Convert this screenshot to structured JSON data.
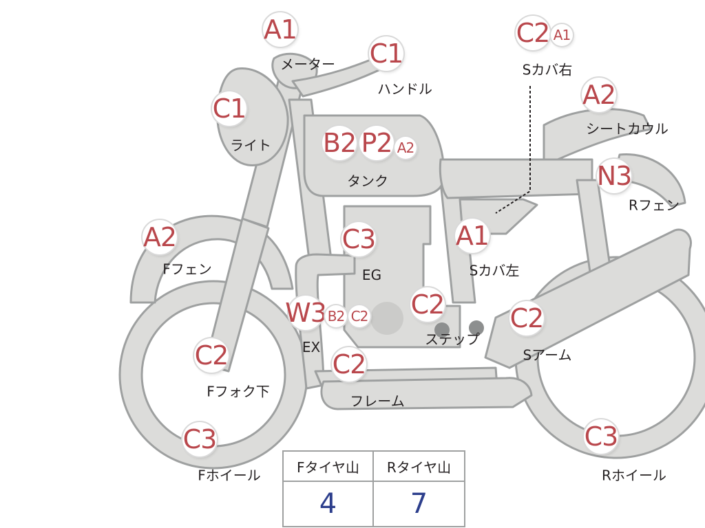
{
  "parts": [
    {
      "id": "meter",
      "label": "メーター",
      "grades": [
        "A1"
      ]
    },
    {
      "id": "handle",
      "label": "ハンドル",
      "grades": [
        "C1"
      ]
    },
    {
      "id": "s-cover-right",
      "label": "Sカバ右",
      "grades": [
        "C2",
        "A1"
      ]
    },
    {
      "id": "light",
      "label": "ライト",
      "grades": [
        "C1"
      ]
    },
    {
      "id": "tank",
      "label": "タンク",
      "grades": [
        "B2",
        "P2",
        "A2"
      ]
    },
    {
      "id": "seat-cowl",
      "label": "シートカウル",
      "grades": [
        "A2"
      ]
    },
    {
      "id": "r-fender",
      "label": "Rフェン",
      "grades": [
        "N3"
      ]
    },
    {
      "id": "f-fender",
      "label": "Fフェン",
      "grades": [
        "A2"
      ]
    },
    {
      "id": "engine",
      "label": "EG",
      "grades": [
        "C3"
      ]
    },
    {
      "id": "s-cover-left",
      "label": "Sカバ左",
      "grades": [
        "A1"
      ]
    },
    {
      "id": "exhaust",
      "label": "EX",
      "grades": [
        "W3",
        "B2",
        "C2"
      ]
    },
    {
      "id": "step",
      "label": "ステップ",
      "grades": [
        "C2"
      ]
    },
    {
      "id": "swing-arm",
      "label": "Sアーム",
      "grades": [
        "C2"
      ]
    },
    {
      "id": "f-fork-lower",
      "label": "Fフォク下",
      "grades": [
        "C2"
      ]
    },
    {
      "id": "frame",
      "label": "フレーム",
      "grades": [
        "C2"
      ]
    },
    {
      "id": "f-wheel",
      "label": "Fホイール",
      "grades": [
        "C3"
      ]
    },
    {
      "id": "r-wheel",
      "label": "Rホイール",
      "grades": [
        "C3"
      ]
    }
  ],
  "tire_table": {
    "front_header": "Fタイヤ山",
    "rear_header": "Rタイヤ山",
    "front_value": "4",
    "rear_value": "7"
  },
  "colors": {
    "grade_text": "#b9474c",
    "part_fill": "#dcdcda",
    "part_outline": "#9ea0a0",
    "tire_value": "#2c3e8c"
  }
}
